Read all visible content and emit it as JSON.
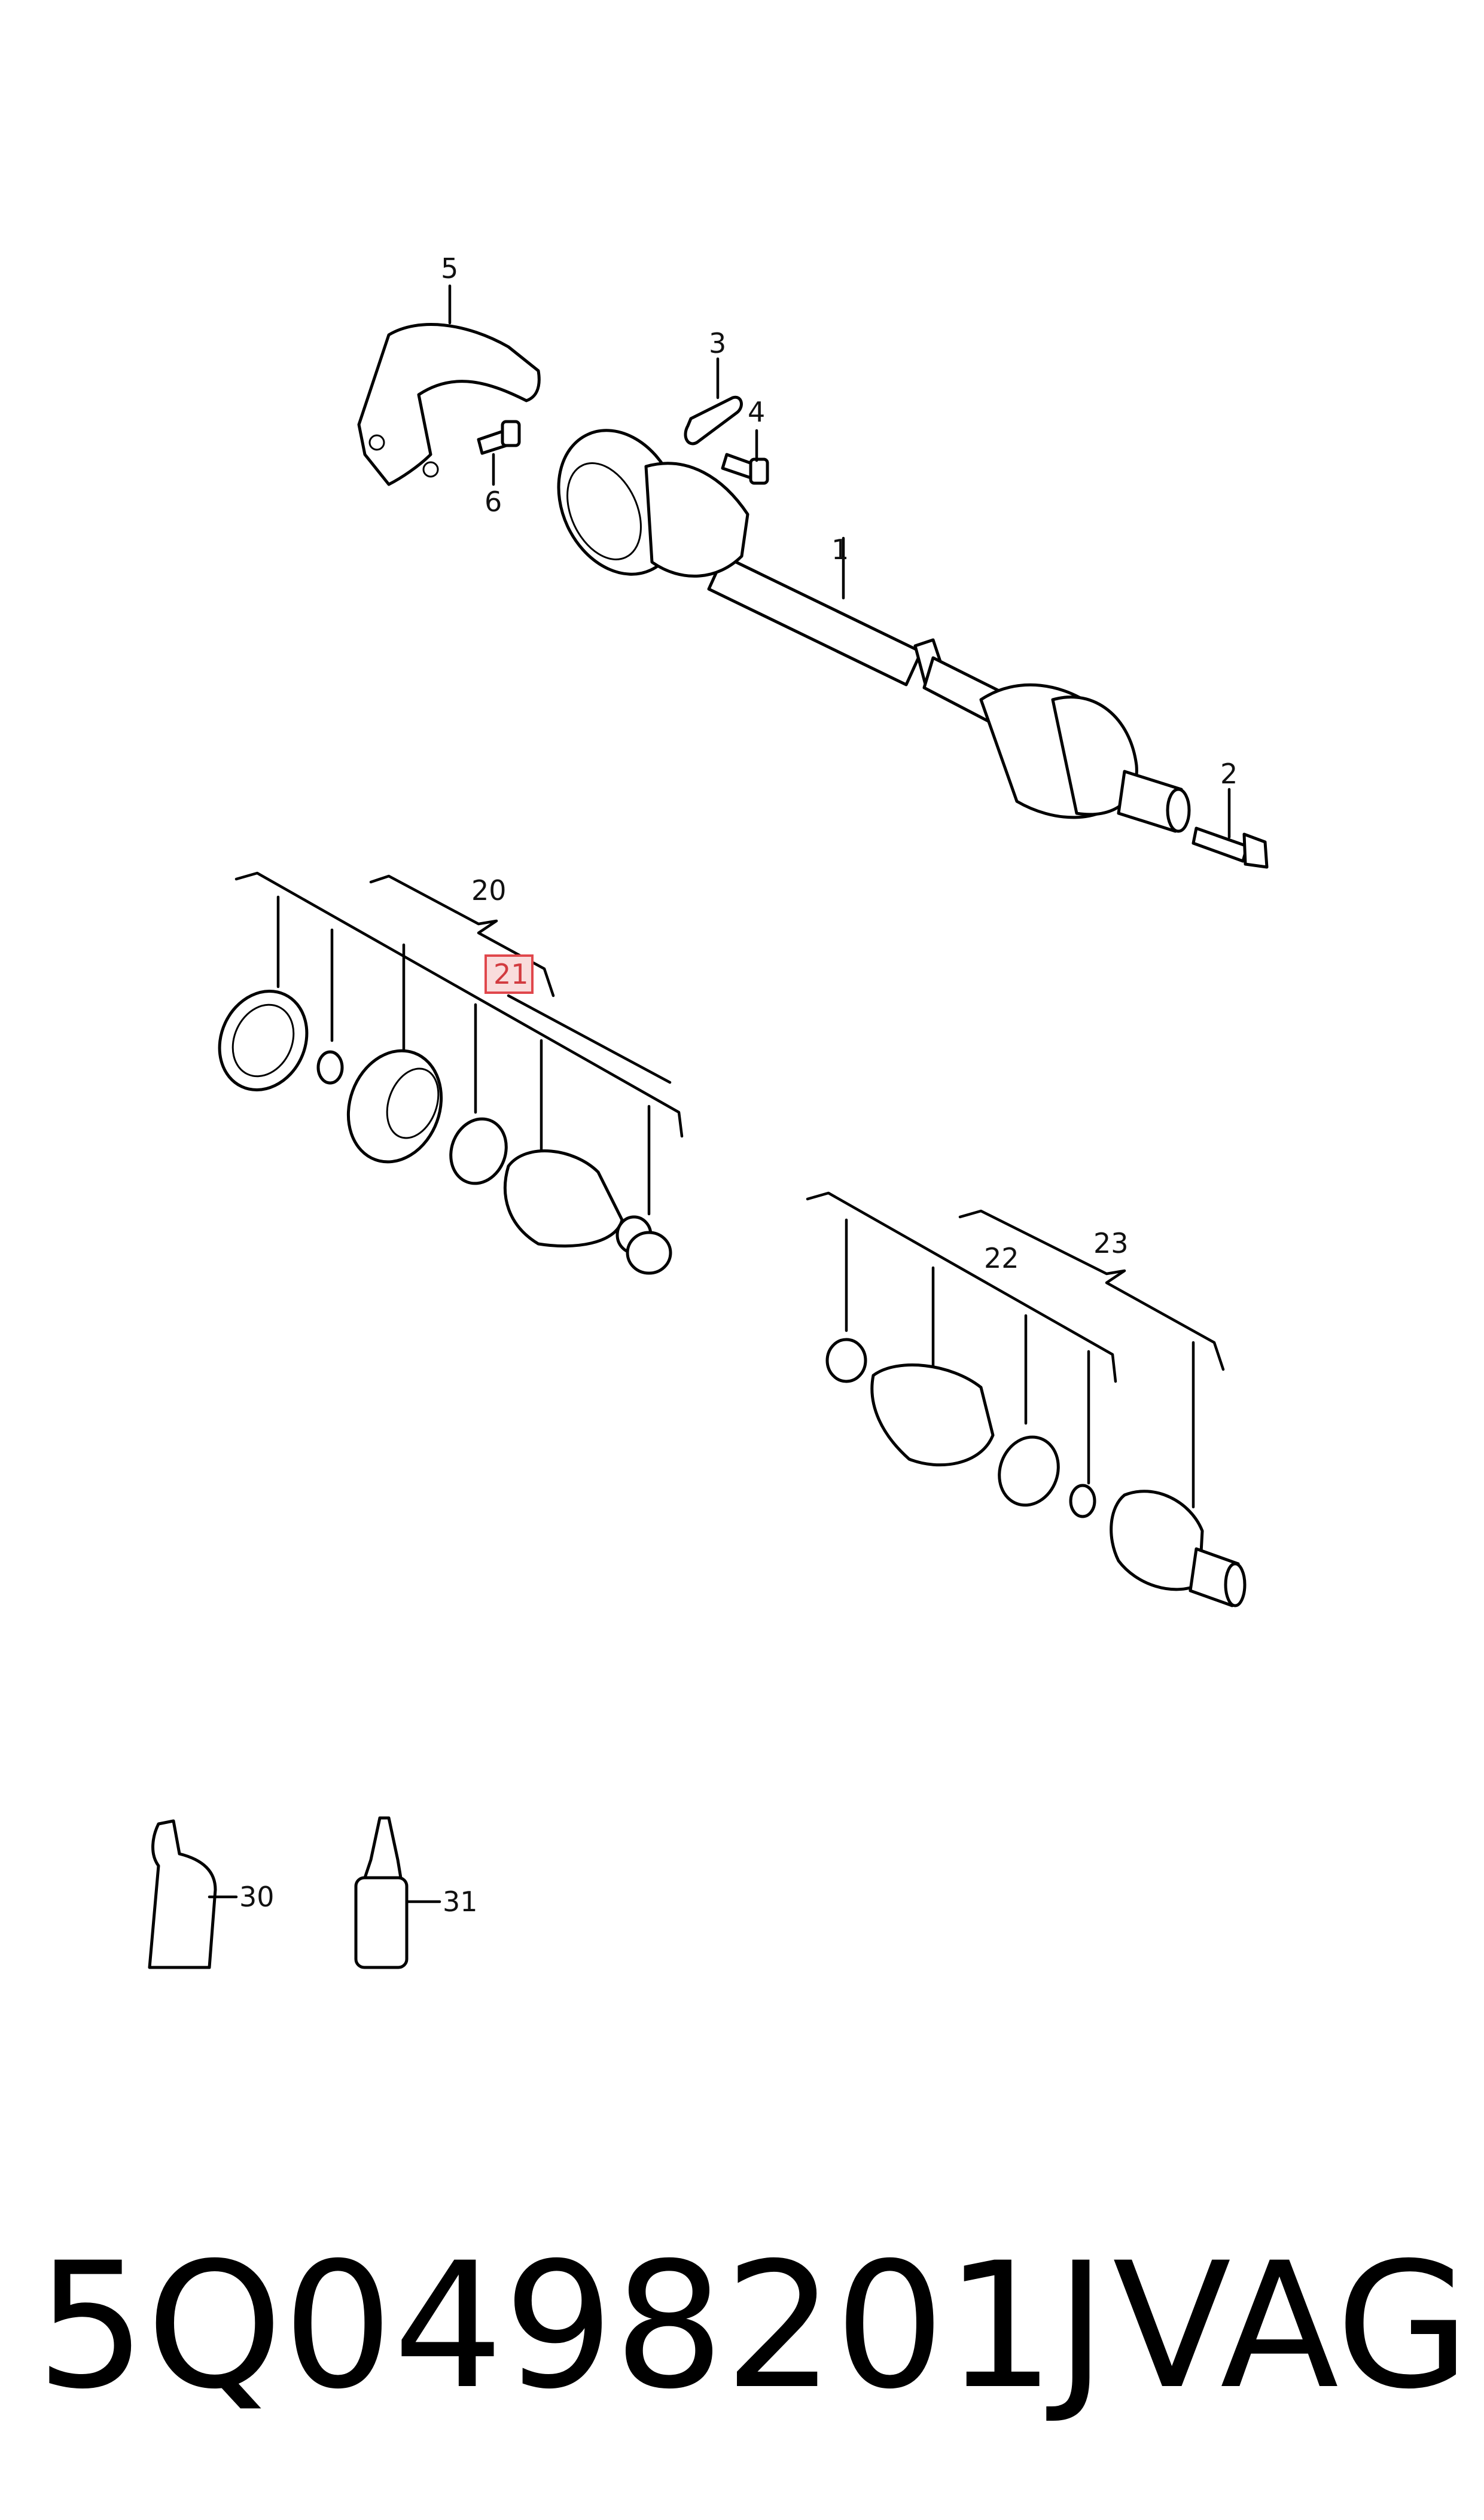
{
  "callouts": {
    "c1": "1",
    "c2": "2",
    "c3": "3",
    "c4": "4",
    "c5": "5",
    "c6": "6",
    "c20": "20",
    "c21": "21",
    "c22": "22",
    "c23": "23",
    "c30": "30",
    "c31": "31"
  },
  "highlight_color": "#e0474c",
  "footer": {
    "part_number": "5Q0498201J",
    "brand": "VAG"
  }
}
